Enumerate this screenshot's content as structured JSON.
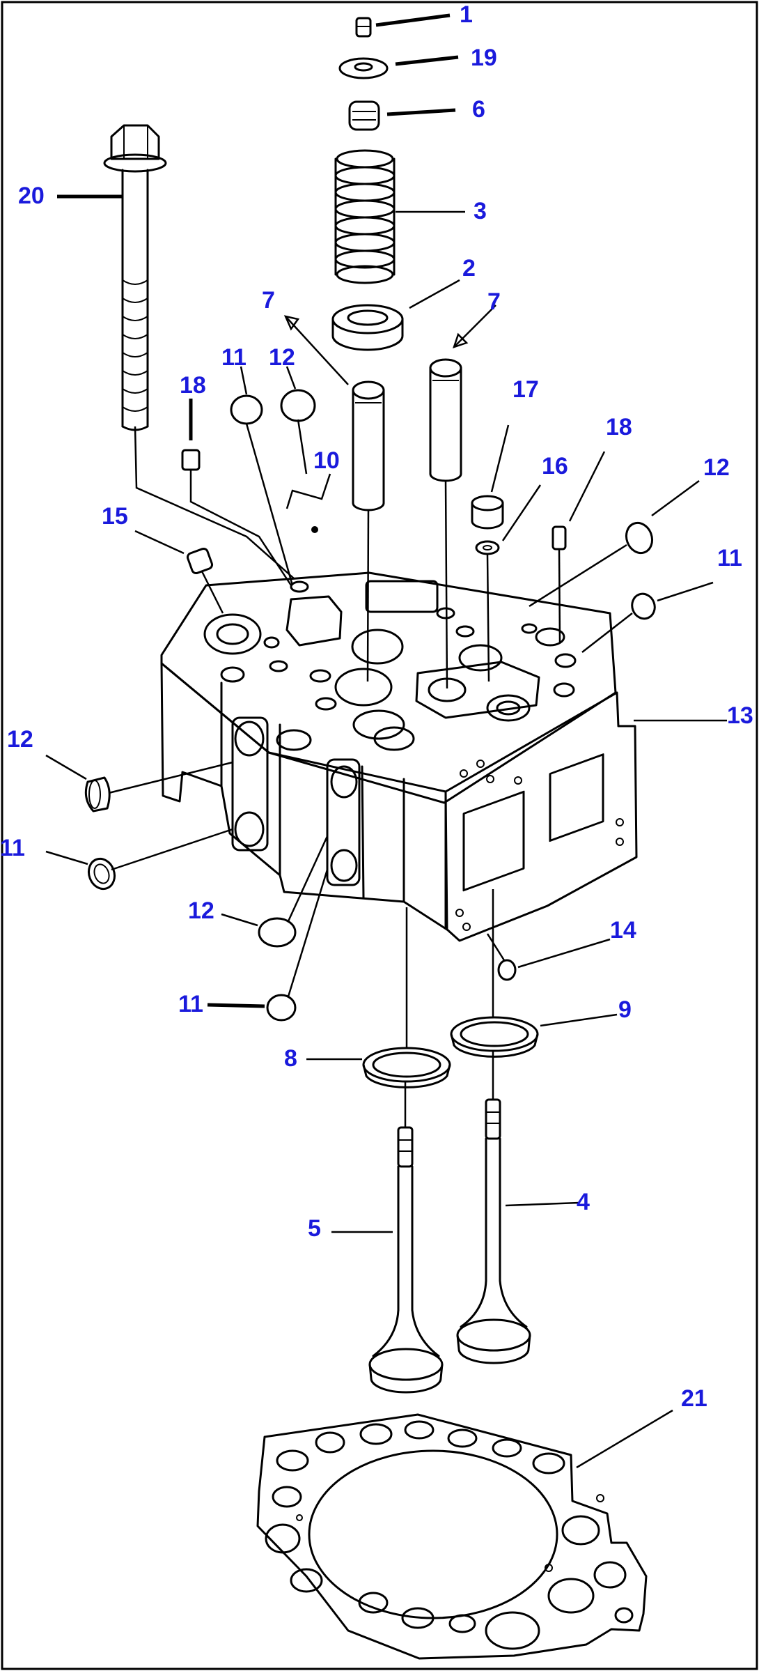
{
  "diagram": {
    "label_color": "#1a1adc",
    "line_color": "#000000",
    "callouts": [
      {
        "id": "c1",
        "text": "1"
      },
      {
        "id": "c19",
        "text": "19"
      },
      {
        "id": "c6",
        "text": "6"
      },
      {
        "id": "c20",
        "text": "20"
      },
      {
        "id": "c3",
        "text": "3"
      },
      {
        "id": "c2",
        "text": "2"
      },
      {
        "id": "c7a",
        "text": "7"
      },
      {
        "id": "c7b",
        "text": "7"
      },
      {
        "id": "c11a",
        "text": "11"
      },
      {
        "id": "c12a",
        "text": "12"
      },
      {
        "id": "c18a",
        "text": "18"
      },
      {
        "id": "c17",
        "text": "17"
      },
      {
        "id": "c18b",
        "text": "18"
      },
      {
        "id": "c10",
        "text": "10"
      },
      {
        "id": "c16",
        "text": "16"
      },
      {
        "id": "c12b",
        "text": "12"
      },
      {
        "id": "c15",
        "text": "15"
      },
      {
        "id": "c11b",
        "text": "11"
      },
      {
        "id": "c13",
        "text": "13"
      },
      {
        "id": "c12c",
        "text": "12"
      },
      {
        "id": "c11c",
        "text": "11"
      },
      {
        "id": "c12d",
        "text": "12"
      },
      {
        "id": "c14",
        "text": "14"
      },
      {
        "id": "c9",
        "text": "9"
      },
      {
        "id": "c11d",
        "text": "11"
      },
      {
        "id": "c8",
        "text": "8"
      },
      {
        "id": "c4",
        "text": "4"
      },
      {
        "id": "c5",
        "text": "5"
      },
      {
        "id": "c21",
        "text": "21"
      }
    ]
  }
}
